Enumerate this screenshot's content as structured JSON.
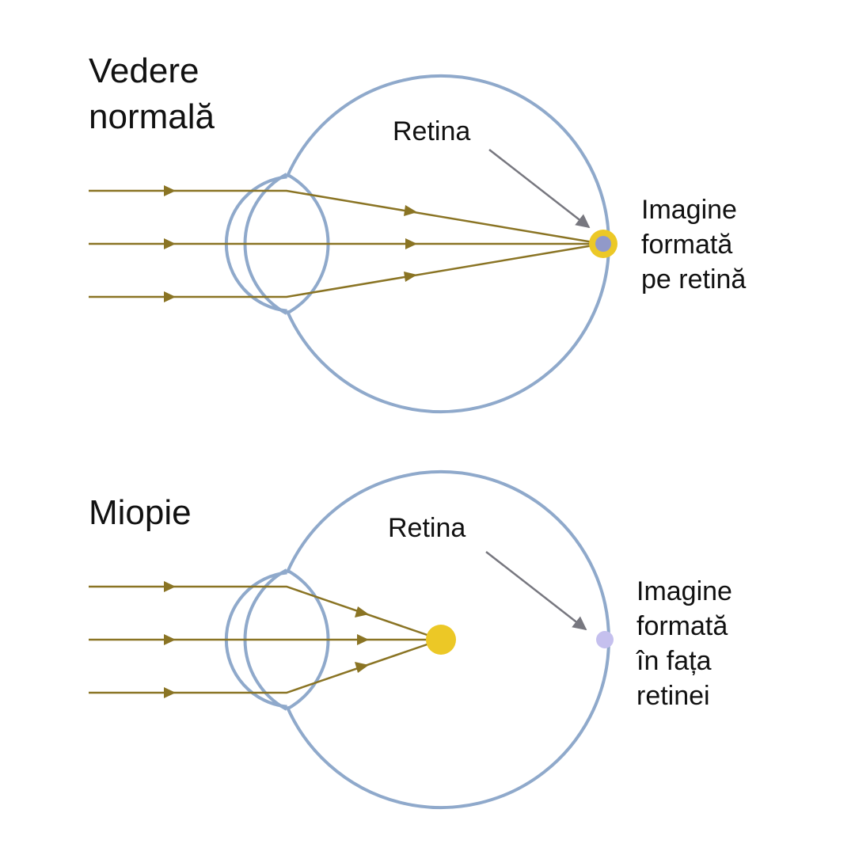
{
  "colors": {
    "eye": "#8fa9cb",
    "ray": "#8a7424",
    "focus": "#ecc826",
    "pointer": "#77777f",
    "retina_dot_normal": "#9199c9",
    "retina_dot_myopia": "#c5c0ee"
  },
  "panels": [
    {
      "title_lines": [
        "Vedere",
        "normală"
      ],
      "retina_label": "Retina",
      "image_label_lines": [
        "Imagine",
        "formată",
        "pe retină"
      ]
    },
    {
      "title_lines": [
        "Miopie"
      ],
      "retina_label": "Retina",
      "image_label_lines": [
        "Imagine",
        "formată",
        "în fața",
        "retinei"
      ]
    }
  ]
}
